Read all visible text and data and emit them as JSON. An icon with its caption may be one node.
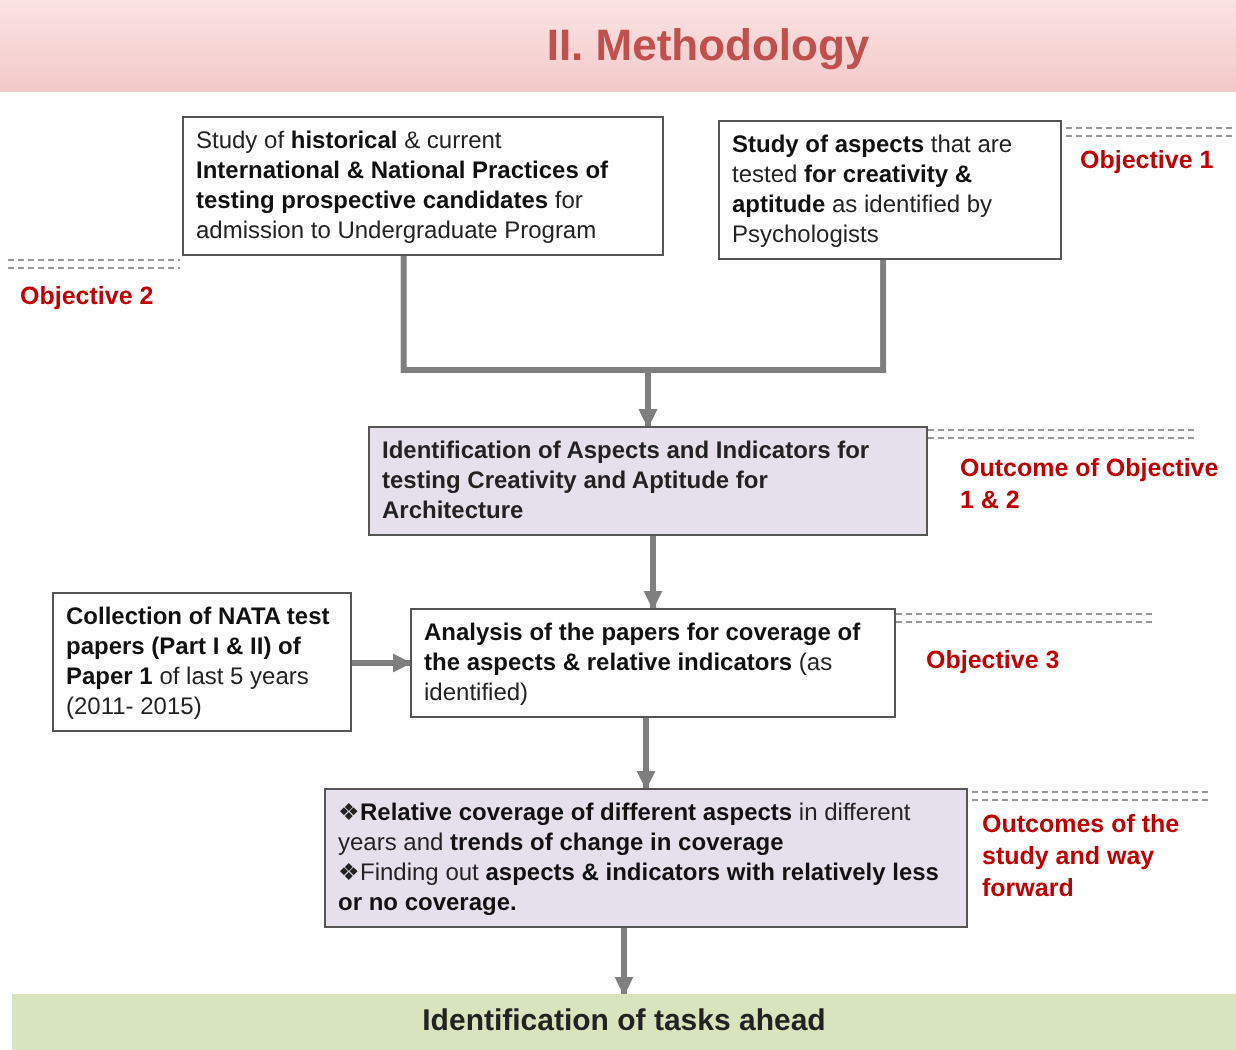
{
  "diagram": {
    "title": "II. Methodology",
    "nodes": [
      {
        "text": [
          "Study of **historical** & current **International & National Practices of testing prospective candidates** for admission to Undergraduate Program"
        ],
        "beside": [
          "Objective 2"
        ]
      },
      {
        "text": [
          "**Study of aspects** that are tested **for creativity & aptitude** as identified by Psychologists"
        ],
        "beside": [
          "Objective 1"
        ]
      },
      {
        "text": [
          "Identification of Aspects and Indicators for testing Creativity and Aptitude for Architecture"
        ],
        "beside": [
          "Outcome of Objective 1 & 2"
        ]
      },
      {
        "text": [
          "**Collection of NATA test papers (Part I & II) of Paper 1** of last 5 years (2011- 2015)"
        ]
      },
      {
        "text": [
          "**Analysis of the papers for coverage of the aspects & relative indicators** (as identified)"
        ],
        "beside": [
          "Objective 3"
        ]
      },
      {
        "text": [
          "❖**Relative coverage of different aspects** in different years and **trends of change in coverage**",
          "❖Finding out **aspects & indicators with relatively less or no coverage.**"
        ],
        "beside": [
          "Outcomes of the study and way forward"
        ]
      },
      {
        "text": [
          "Identification of tasks ahead"
        ]
      }
    ],
    "edges": [
      {
        "from": 0,
        "to": 2,
        "arrow": "to"
      },
      {
        "from": 1,
        "to": 2,
        "arrow": "to"
      },
      {
        "from": 2,
        "to": 4,
        "arrow": "to"
      },
      {
        "from": 3,
        "to": 4,
        "arrow": "to"
      },
      {
        "from": 4,
        "to": 5,
        "arrow": "to"
      },
      {
        "from": 5,
        "to": 6,
        "arrow": "to"
      }
    ]
  }
}
